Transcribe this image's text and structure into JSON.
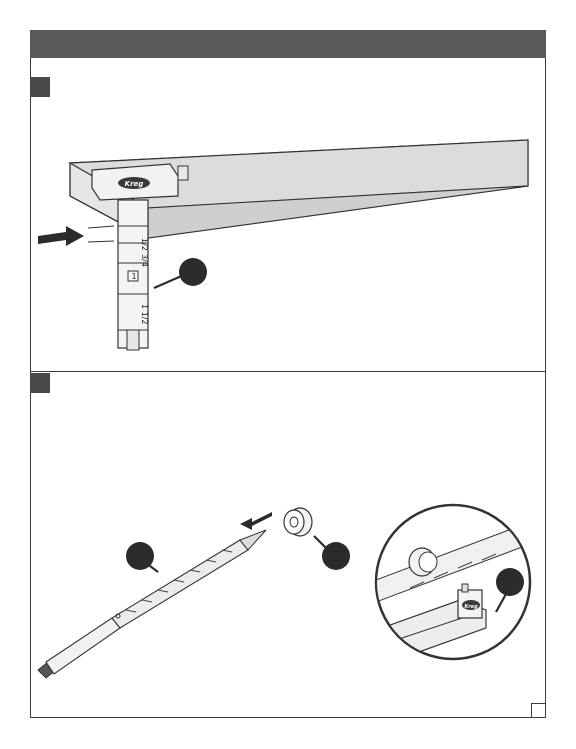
{
  "header": {
    "title": ""
  },
  "steps": [
    {
      "number": "",
      "gauge_labels": {
        "half": "1/2",
        "three_quarter": "3/4",
        "one": "1",
        "one_half": "1 1/2"
      },
      "brand_mark": "Kreg"
    },
    {
      "number": "",
      "brand_mark": "Kreg"
    }
  ],
  "page_number": "",
  "colors": {
    "header": "#5a5a5a",
    "marker": "#4a4a4a",
    "callout": "#2b2b2b",
    "line": "#333333"
  }
}
